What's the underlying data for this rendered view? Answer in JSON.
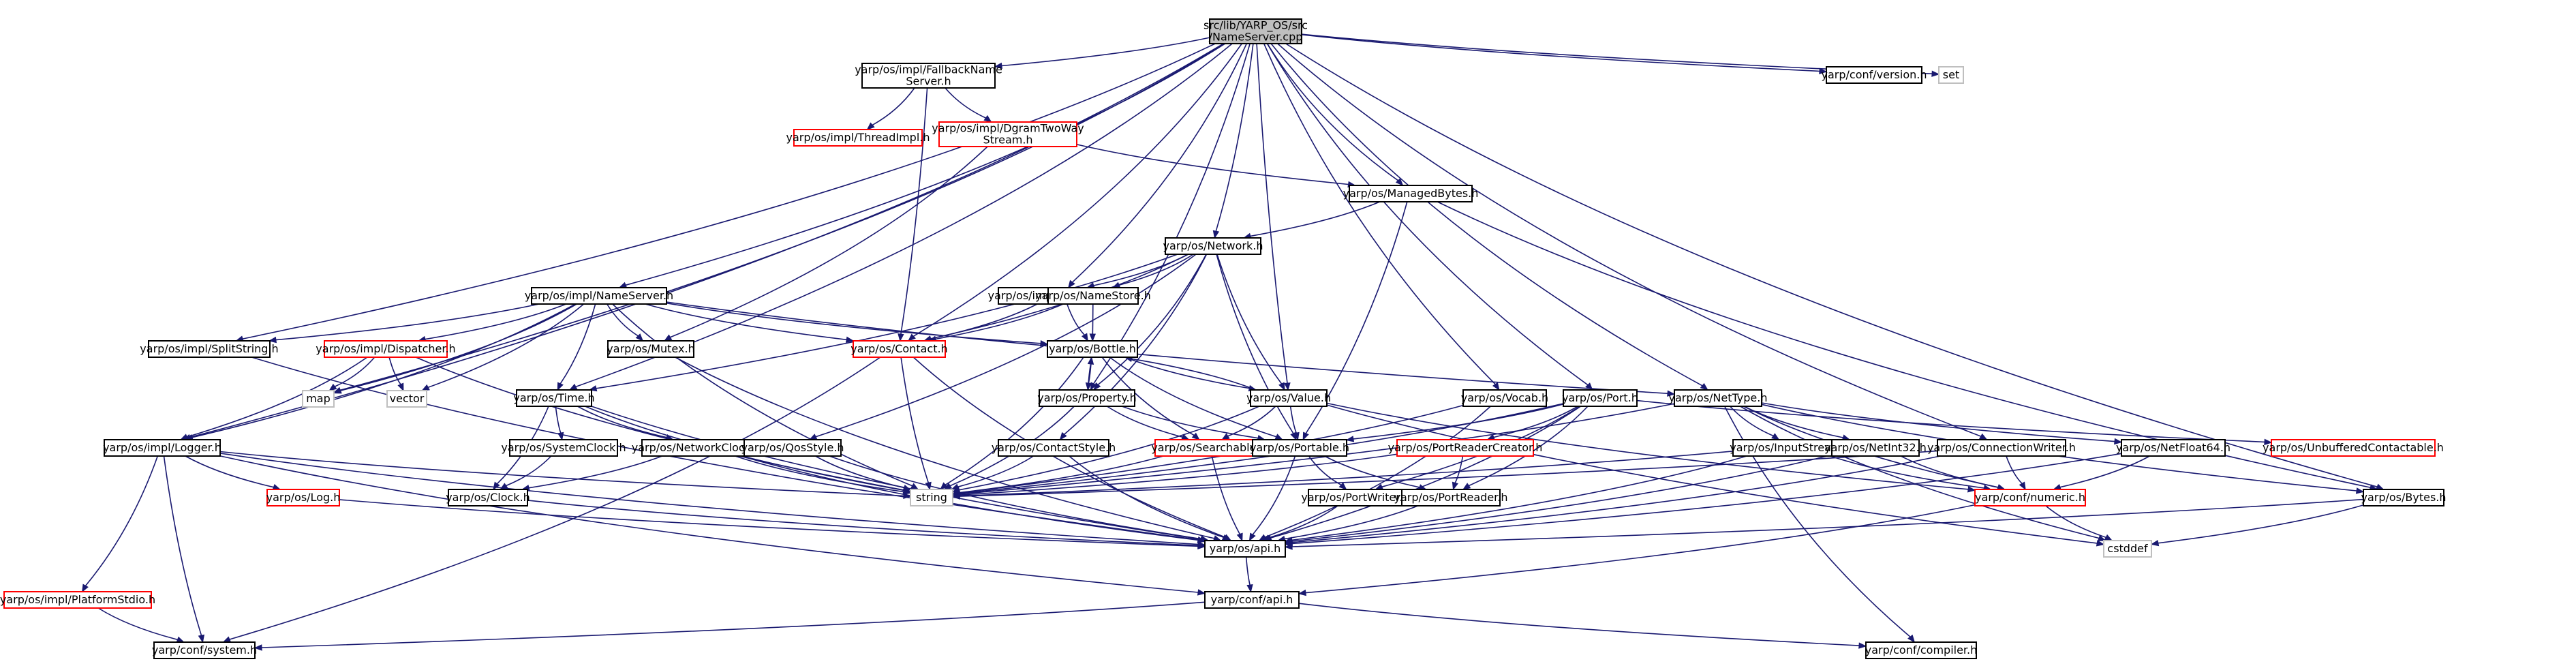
{
  "graph": {
    "colors": {
      "root_fill": "#bfbfbf",
      "node_fill": "#ffffff",
      "node_border": "#000000",
      "missing_border": "#ff0000",
      "external_border": "#bfbfbf",
      "edge": "#191970"
    },
    "nodes": [
      {
        "id": "root",
        "lines": [
          "src/lib/YARP_OS/src",
          "/NameServer.cpp"
        ],
        "kind": "root"
      },
      {
        "id": "fallback",
        "lines": [
          "yarp/os/impl/FallbackName",
          "Server.h"
        ],
        "kind": "normal"
      },
      {
        "id": "threadimpl",
        "lines": [
          "yarp/os/impl/ThreadImpl.h"
        ],
        "kind": "missing"
      },
      {
        "id": "dgram",
        "lines": [
          "yarp/os/impl/DgramTwoWay",
          "Stream.h"
        ],
        "kind": "missing"
      },
      {
        "id": "version",
        "lines": [
          "yarp/conf/version.h"
        ],
        "kind": "normal"
      },
      {
        "id": "set",
        "lines": [
          "set"
        ],
        "kind": "external"
      },
      {
        "id": "managedbytes",
        "lines": [
          "yarp/os/ManagedBytes.h"
        ],
        "kind": "normal"
      },
      {
        "id": "network",
        "lines": [
          "yarp/os/Network.h"
        ],
        "kind": "normal"
      },
      {
        "id": "nameserver",
        "lines": [
          "yarp/os/impl/NameServer.h"
        ],
        "kind": "normal"
      },
      {
        "id": "nameconfig",
        "lines": [
          "yarp/os/impl/NameConfig.h"
        ],
        "kind": "normal"
      },
      {
        "id": "namestore",
        "lines": [
          "yarp/os/NameStore.h"
        ],
        "kind": "normal"
      },
      {
        "id": "splitstring",
        "lines": [
          "yarp/os/impl/SplitString.h"
        ],
        "kind": "normal"
      },
      {
        "id": "dispatcher",
        "lines": [
          "yarp/os/impl/Dispatcher.h"
        ],
        "kind": "missing"
      },
      {
        "id": "mutex",
        "lines": [
          "yarp/os/Mutex.h"
        ],
        "kind": "normal"
      },
      {
        "id": "contact",
        "lines": [
          "yarp/os/Contact.h"
        ],
        "kind": "missing"
      },
      {
        "id": "bottle",
        "lines": [
          "yarp/os/Bottle.h"
        ],
        "kind": "normal"
      },
      {
        "id": "map",
        "lines": [
          "map"
        ],
        "kind": "external"
      },
      {
        "id": "vector",
        "lines": [
          "vector"
        ],
        "kind": "external"
      },
      {
        "id": "time",
        "lines": [
          "yarp/os/Time.h"
        ],
        "kind": "normal"
      },
      {
        "id": "property",
        "lines": [
          "yarp/os/Property.h"
        ],
        "kind": "normal"
      },
      {
        "id": "value",
        "lines": [
          "yarp/os/Value.h"
        ],
        "kind": "normal"
      },
      {
        "id": "vocab",
        "lines": [
          "yarp/os/Vocab.h"
        ],
        "kind": "normal"
      },
      {
        "id": "port",
        "lines": [
          "yarp/os/Port.h"
        ],
        "kind": "normal"
      },
      {
        "id": "nettype",
        "lines": [
          "yarp/os/NetType.h"
        ],
        "kind": "normal"
      },
      {
        "id": "logger",
        "lines": [
          "yarp/os/impl/Logger.h"
        ],
        "kind": "normal"
      },
      {
        "id": "systemclock",
        "lines": [
          "yarp/os/SystemClock.h"
        ],
        "kind": "normal"
      },
      {
        "id": "networkclock",
        "lines": [
          "yarp/os/NetworkClock.h"
        ],
        "kind": "normal"
      },
      {
        "id": "qosstyle",
        "lines": [
          "yarp/os/QosStyle.h"
        ],
        "kind": "normal"
      },
      {
        "id": "contactstyle",
        "lines": [
          "yarp/os/ContactStyle.h"
        ],
        "kind": "normal"
      },
      {
        "id": "searchable",
        "lines": [
          "yarp/os/Searchable.h"
        ],
        "kind": "missing"
      },
      {
        "id": "portable",
        "lines": [
          "yarp/os/Portable.h"
        ],
        "kind": "normal"
      },
      {
        "id": "portreadercreator",
        "lines": [
          "yarp/os/PortReaderCreator.h"
        ],
        "kind": "missing"
      },
      {
        "id": "inputstream",
        "lines": [
          "yarp/os/InputStream.h"
        ],
        "kind": "normal"
      },
      {
        "id": "netint32",
        "lines": [
          "yarp/os/NetInt32.h"
        ],
        "kind": "normal"
      },
      {
        "id": "connectionwriter",
        "lines": [
          "yarp/os/ConnectionWriter.h"
        ],
        "kind": "normal"
      },
      {
        "id": "netfloat64",
        "lines": [
          "yarp/os/NetFloat64.h"
        ],
        "kind": "normal"
      },
      {
        "id": "unbufferedcontactable",
        "lines": [
          "yarp/os/UnbufferedContactable.h"
        ],
        "kind": "missing"
      },
      {
        "id": "log",
        "lines": [
          "yarp/os/Log.h"
        ],
        "kind": "missing"
      },
      {
        "id": "clock",
        "lines": [
          "yarp/os/Clock.h"
        ],
        "kind": "normal"
      },
      {
        "id": "string",
        "lines": [
          "string"
        ],
        "kind": "external"
      },
      {
        "id": "portwriter",
        "lines": [
          "yarp/os/PortWriter.h"
        ],
        "kind": "normal"
      },
      {
        "id": "portreader",
        "lines": [
          "yarp/os/PortReader.h"
        ],
        "kind": "normal"
      },
      {
        "id": "numeric",
        "lines": [
          "yarp/conf/numeric.h"
        ],
        "kind": "missing"
      },
      {
        "id": "bytes",
        "lines": [
          "yarp/os/Bytes.h"
        ],
        "kind": "normal"
      },
      {
        "id": "platformstdio",
        "lines": [
          "yarp/os/impl/PlatformStdio.h"
        ],
        "kind": "missing"
      },
      {
        "id": "api",
        "lines": [
          "yarp/os/api.h"
        ],
        "kind": "normal"
      },
      {
        "id": "cstddef",
        "lines": [
          "cstddef"
        ],
        "kind": "external"
      },
      {
        "id": "confapi",
        "lines": [
          "yarp/conf/api.h"
        ],
        "kind": "normal"
      },
      {
        "id": "system",
        "lines": [
          "yarp/conf/system.h"
        ],
        "kind": "normal"
      },
      {
        "id": "compiler",
        "lines": [
          "yarp/conf/compiler.h"
        ],
        "kind": "normal"
      }
    ],
    "edges": [
      [
        "root",
        "fallback"
      ],
      [
        "root",
        "version"
      ],
      [
        "root",
        "set"
      ],
      [
        "root",
        "managedbytes"
      ],
      [
        "root",
        "network"
      ],
      [
        "root",
        "nameserver"
      ],
      [
        "root",
        "nameconfig"
      ],
      [
        "root",
        "splitstring"
      ],
      [
        "root",
        "map"
      ],
      [
        "root",
        "time"
      ],
      [
        "root",
        "property"
      ],
      [
        "root",
        "value"
      ],
      [
        "root",
        "vocab"
      ],
      [
        "root",
        "port"
      ],
      [
        "root",
        "nettype"
      ],
      [
        "root",
        "logger"
      ],
      [
        "root",
        "connectionwriter"
      ],
      [
        "root",
        "bytes"
      ],
      [
        "root",
        "contact"
      ],
      [
        "fallback",
        "threadimpl"
      ],
      [
        "fallback",
        "dgram"
      ],
      [
        "fallback",
        "contact"
      ],
      [
        "dgram",
        "managedbytes"
      ],
      [
        "dgram",
        "mutex"
      ],
      [
        "managedbytes",
        "network"
      ],
      [
        "managedbytes",
        "portable"
      ],
      [
        "managedbytes",
        "bytes"
      ],
      [
        "network",
        "contact"
      ],
      [
        "network",
        "property"
      ],
      [
        "network",
        "value"
      ],
      [
        "network",
        "portable"
      ],
      [
        "network",
        "time"
      ],
      [
        "network",
        "qosstyle"
      ],
      [
        "network",
        "contactstyle"
      ],
      [
        "network",
        "nameconfig"
      ],
      [
        "network",
        "namestore"
      ],
      [
        "nameserver",
        "splitstring"
      ],
      [
        "nameserver",
        "dispatcher"
      ],
      [
        "nameserver",
        "mutex"
      ],
      [
        "nameserver",
        "contact"
      ],
      [
        "nameserver",
        "bottle"
      ],
      [
        "nameserver",
        "map"
      ],
      [
        "nameserver",
        "vector"
      ],
      [
        "nameserver",
        "time"
      ],
      [
        "nameserver",
        "logger"
      ],
      [
        "nameserver",
        "string"
      ],
      [
        "nameserver",
        "nettype"
      ],
      [
        "nameconfig",
        "contact"
      ],
      [
        "nameconfig",
        "bottle"
      ],
      [
        "namestore",
        "contact"
      ],
      [
        "namestore",
        "bottle"
      ],
      [
        "splitstring",
        "api"
      ],
      [
        "dispatcher",
        "map"
      ],
      [
        "dispatcher",
        "vector"
      ],
      [
        "dispatcher",
        "logger"
      ],
      [
        "dispatcher",
        "string"
      ],
      [
        "mutex",
        "api"
      ],
      [
        "contact",
        "string"
      ],
      [
        "contact",
        "system"
      ],
      [
        "contact",
        "api"
      ],
      [
        "bottle",
        "property"
      ],
      [
        "bottle",
        "value"
      ],
      [
        "bottle",
        "portable"
      ],
      [
        "bottle",
        "searchable"
      ],
      [
        "bottle",
        "string"
      ],
      [
        "property",
        "bottle"
      ],
      [
        "property",
        "searchable"
      ],
      [
        "property",
        "portable"
      ],
      [
        "property",
        "string"
      ],
      [
        "value",
        "bottle"
      ],
      [
        "value",
        "portable"
      ],
      [
        "value",
        "searchable"
      ],
      [
        "value",
        "string"
      ],
      [
        "value",
        "numeric"
      ],
      [
        "value",
        "cstddef"
      ],
      [
        "time",
        "systemclock"
      ],
      [
        "time",
        "networkclock"
      ],
      [
        "time",
        "clock"
      ],
      [
        "time",
        "string"
      ],
      [
        "time",
        "api"
      ],
      [
        "vocab",
        "string"
      ],
      [
        "vocab",
        "api"
      ],
      [
        "port",
        "portable"
      ],
      [
        "port",
        "portreadercreator"
      ],
      [
        "port",
        "portreader"
      ],
      [
        "port",
        "portwriter"
      ],
      [
        "port",
        "string"
      ],
      [
        "port",
        "api"
      ],
      [
        "port",
        "unbufferedcontactable"
      ],
      [
        "nettype",
        "inputstream"
      ],
      [
        "nettype",
        "netint32"
      ],
      [
        "nettype",
        "netfloat64"
      ],
      [
        "nettype",
        "bytes"
      ],
      [
        "nettype",
        "numeric"
      ],
      [
        "nettype",
        "string"
      ],
      [
        "nettype",
        "cstddef"
      ],
      [
        "logger",
        "log"
      ],
      [
        "logger",
        "platformstdio"
      ],
      [
        "logger",
        "system"
      ],
      [
        "logger",
        "string"
      ],
      [
        "logger",
        "confapi"
      ],
      [
        "logger",
        "api"
      ],
      [
        "systemclock",
        "clock"
      ],
      [
        "networkclock",
        "clock"
      ],
      [
        "networkclock",
        "string"
      ],
      [
        "networkclock",
        "api"
      ],
      [
        "qosstyle",
        "string"
      ],
      [
        "qosstyle",
        "api"
      ],
      [
        "contactstyle",
        "string"
      ],
      [
        "contactstyle",
        "api"
      ],
      [
        "searchable",
        "string"
      ],
      [
        "searchable",
        "api"
      ],
      [
        "portable",
        "portwriter"
      ],
      [
        "portable",
        "portreader"
      ],
      [
        "portable",
        "api"
      ],
      [
        "portreadercreator",
        "portreader"
      ],
      [
        "portreadercreator",
        "string"
      ],
      [
        "inputstream",
        "numeric"
      ],
      [
        "inputstream",
        "string"
      ],
      [
        "inputstream",
        "api"
      ],
      [
        "netint32",
        "numeric"
      ],
      [
        "netint32",
        "api"
      ],
      [
        "connectionwriter",
        "numeric"
      ],
      [
        "connectionwriter",
        "string"
      ],
      [
        "connectionwriter",
        "api"
      ],
      [
        "netfloat64",
        "numeric"
      ],
      [
        "netfloat64",
        "api"
      ],
      [
        "log",
        "api"
      ],
      [
        "clock",
        "api"
      ],
      [
        "portwriter",
        "api"
      ],
      [
        "portreader",
        "api"
      ],
      [
        "numeric",
        "confapi"
      ],
      [
        "numeric",
        "cstddef"
      ],
      [
        "bytes",
        "api"
      ],
      [
        "bytes",
        "cstddef"
      ],
      [
        "platformstdio",
        "system"
      ],
      [
        "api",
        "confapi"
      ],
      [
        "confapi",
        "system"
      ],
      [
        "confapi",
        "compiler"
      ],
      [
        "nettype",
        "compiler"
      ]
    ]
  }
}
